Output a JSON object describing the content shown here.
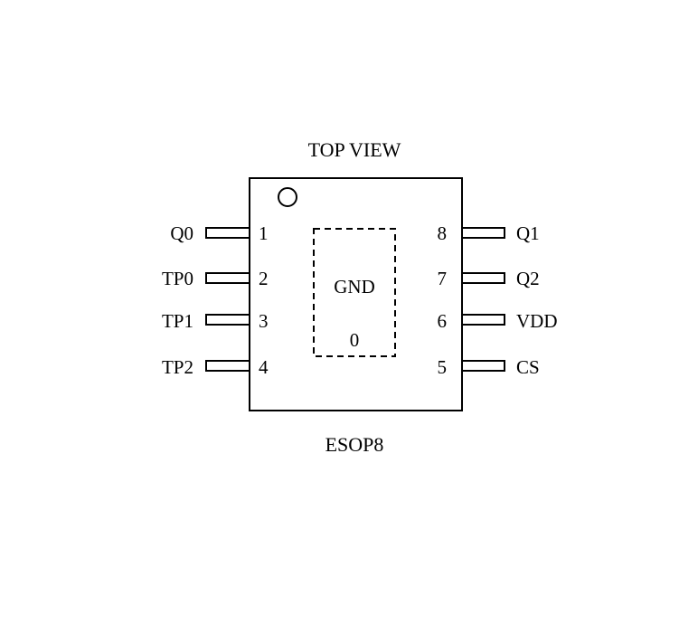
{
  "top_label": "TOP VIEW",
  "package_name": "ESOP8",
  "exposed_pad": {
    "label": "GND",
    "number": "0"
  },
  "pins_left": [
    {
      "number": "1",
      "name": "Q0"
    },
    {
      "number": "2",
      "name": "TP0"
    },
    {
      "number": "3",
      "name": "TP1"
    },
    {
      "number": "4",
      "name": "TP2"
    }
  ],
  "pins_right": [
    {
      "number": "8",
      "name": "Q1"
    },
    {
      "number": "7",
      "name": "Q2"
    },
    {
      "number": "6",
      "name": "VDD"
    },
    {
      "number": "5",
      "name": "CS"
    }
  ],
  "colors": {
    "stroke": "#000000",
    "background": "#ffffff"
  }
}
